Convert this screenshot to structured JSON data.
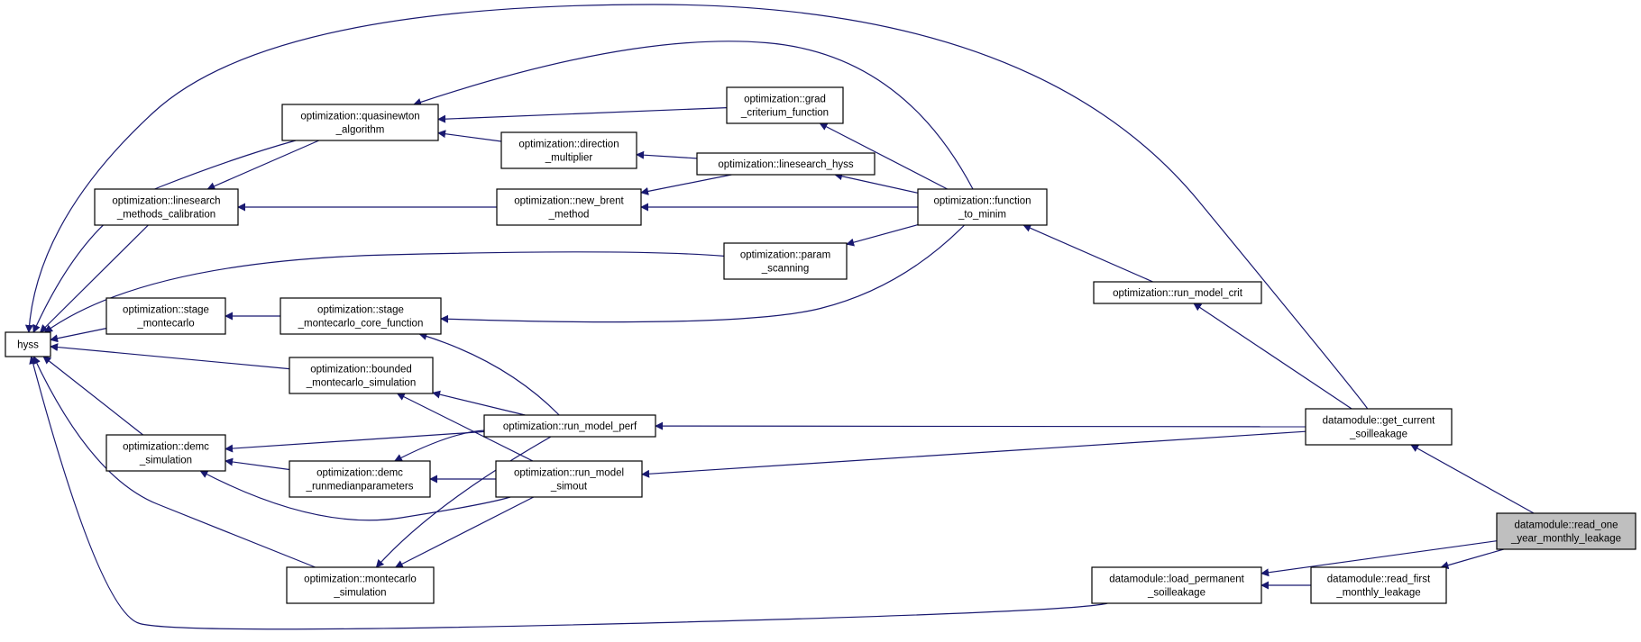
{
  "graph": {
    "title": "Caller graph",
    "edge_color": "#191970",
    "root_fill": "#bfbfbf",
    "nodes": [
      {
        "id": "hyss",
        "lines": [
          "hyss"
        ]
      },
      {
        "id": "quasinewton",
        "lines": [
          "optimization::quasinewton",
          "_algorithm"
        ]
      },
      {
        "id": "linesearch_methods",
        "lines": [
          "optimization::linesearch",
          "_methods_calibration"
        ]
      },
      {
        "id": "stage_montecarlo",
        "lines": [
          "optimization::stage",
          "_montecarlo"
        ]
      },
      {
        "id": "demc_sim",
        "lines": [
          "optimization::demc",
          "_simulation"
        ]
      },
      {
        "id": "grad_crit",
        "lines": [
          "optimization::grad",
          "_criterium_function"
        ]
      },
      {
        "id": "direction_mult",
        "lines": [
          "optimization::direction",
          "_multiplier"
        ]
      },
      {
        "id": "linesearch_hyss",
        "lines": [
          "optimization::linesearch_hyss"
        ]
      },
      {
        "id": "new_brent",
        "lines": [
          "optimization::new_brent",
          "_method"
        ]
      },
      {
        "id": "param_scanning",
        "lines": [
          "optimization::param",
          "_scanning"
        ]
      },
      {
        "id": "stage_core",
        "lines": [
          "optimization::stage",
          "_montecarlo_core_function"
        ]
      },
      {
        "id": "bounded_mc",
        "lines": [
          "optimization::bounded",
          "_montecarlo_simulation"
        ]
      },
      {
        "id": "run_model_perf",
        "lines": [
          "optimization::run_model_perf"
        ]
      },
      {
        "id": "demc_runmedian",
        "lines": [
          "optimization::demc",
          "_runmedianparameters"
        ]
      },
      {
        "id": "run_model_simout",
        "lines": [
          "optimization::run_model",
          "_simout"
        ]
      },
      {
        "id": "montecarlo_sim",
        "lines": [
          "optimization::montecarlo",
          "_simulation"
        ]
      },
      {
        "id": "function_to_minim",
        "lines": [
          "optimization::function",
          "_to_minim"
        ]
      },
      {
        "id": "run_model_crit",
        "lines": [
          "optimization::run_model_crit"
        ]
      },
      {
        "id": "get_current",
        "lines": [
          "datamodule::get_current",
          "_soilleakage"
        ]
      },
      {
        "id": "load_permanent",
        "lines": [
          "datamodule::load_permanent",
          "_soilleakage"
        ]
      },
      {
        "id": "read_first",
        "lines": [
          "datamodule::read_first",
          "_monthly_leakage"
        ]
      },
      {
        "id": "read_one_year",
        "lines": [
          "datamodule::read_one",
          "_year_monthly_leakage"
        ],
        "root": true
      }
    ],
    "edges": [
      {
        "from": "hyss",
        "to": "get_current"
      },
      {
        "from": "hyss",
        "to": "quasinewton"
      },
      {
        "from": "hyss",
        "to": "linesearch_methods"
      },
      {
        "from": "hyss",
        "to": "param_scanning"
      },
      {
        "from": "hyss",
        "to": "stage_montecarlo"
      },
      {
        "from": "hyss",
        "to": "bounded_mc"
      },
      {
        "from": "hyss",
        "to": "demc_sim"
      },
      {
        "from": "hyss",
        "to": "montecarlo_sim"
      },
      {
        "from": "hyss",
        "to": "load_permanent"
      },
      {
        "from": "linesearch_methods",
        "to": "quasinewton"
      },
      {
        "from": "linesearch_methods",
        "to": "new_brent"
      },
      {
        "from": "quasinewton",
        "to": "grad_crit"
      },
      {
        "from": "quasinewton",
        "to": "direction_mult"
      },
      {
        "from": "quasinewton",
        "to": "function_to_minim"
      },
      {
        "from": "direction_mult",
        "to": "linesearch_hyss"
      },
      {
        "from": "new_brent",
        "to": "linesearch_hyss"
      },
      {
        "from": "grad_crit",
        "to": "function_to_minim"
      },
      {
        "from": "linesearch_hyss",
        "to": "function_to_minim"
      },
      {
        "from": "new_brent",
        "to": "function_to_minim"
      },
      {
        "from": "param_scanning",
        "to": "function_to_minim"
      },
      {
        "from": "stage_core",
        "to": "function_to_minim"
      },
      {
        "from": "stage_montecarlo",
        "to": "stage_core"
      },
      {
        "from": "stage_core",
        "to": "run_model_perf"
      },
      {
        "from": "bounded_mc",
        "to": "run_model_perf"
      },
      {
        "from": "bounded_mc",
        "to": "run_model_simout"
      },
      {
        "from": "demc_sim",
        "to": "run_model_perf"
      },
      {
        "from": "demc_sim",
        "to": "demc_runmedian"
      },
      {
        "from": "demc_sim",
        "to": "run_model_simout"
      },
      {
        "from": "demc_runmedian",
        "to": "run_model_perf"
      },
      {
        "from": "demc_runmedian",
        "to": "run_model_simout"
      },
      {
        "from": "montecarlo_sim",
        "to": "run_model_perf"
      },
      {
        "from": "montecarlo_sim",
        "to": "run_model_simout"
      },
      {
        "from": "function_to_minim",
        "to": "run_model_crit"
      },
      {
        "from": "run_model_crit",
        "to": "get_current"
      },
      {
        "from": "run_model_perf",
        "to": "get_current"
      },
      {
        "from": "run_model_simout",
        "to": "get_current"
      },
      {
        "from": "get_current",
        "to": "read_one_year"
      },
      {
        "from": "load_permanent",
        "to": "read_first"
      },
      {
        "from": "load_permanent",
        "to": "read_one_year"
      },
      {
        "from": "read_first",
        "to": "read_one_year"
      }
    ]
  }
}
